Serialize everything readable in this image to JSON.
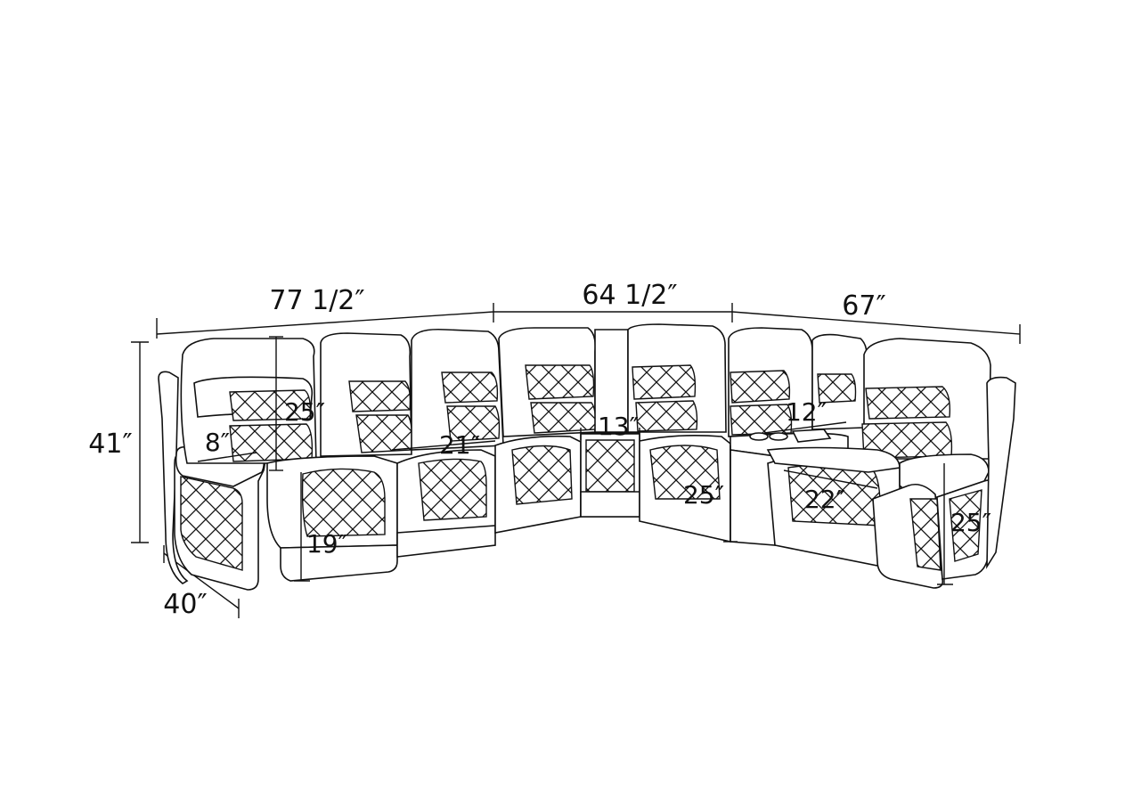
{
  "dimensions": {
    "left_section_width": "77 1/2″",
    "middle_section_width": "64 1/2″",
    "right_section_width": "67″",
    "overall_height": "41″",
    "depth": "40″",
    "armrest_width": "8″",
    "back_height": "25″",
    "seat_width": "21″",
    "seat_height": "19″",
    "corner_wedge_width": "13″",
    "console_width": "12″",
    "right_seat_depth_height": "25″",
    "right_seat_width": "22″",
    "right_arm_height": "25″"
  },
  "colors": {
    "line": "#111111",
    "background": "#ffffff"
  }
}
